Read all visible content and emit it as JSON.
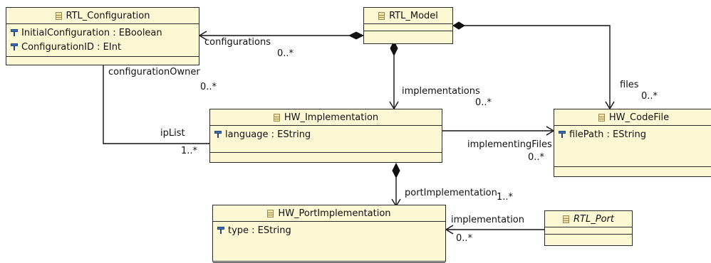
{
  "classes": {
    "rtl_configuration": {
      "name": "RTL_Configuration",
      "attributes": [
        "InitialConfiguration : EBoolean",
        "ConfigurationID : EInt"
      ],
      "icon": "class-icon"
    },
    "rtl_model": {
      "name": "RTL_Model",
      "icon": "class-icon"
    },
    "hw_implementation": {
      "name": "HW_Implementation",
      "attributes": [
        "language : EString"
      ],
      "icon": "class-icon"
    },
    "hw_codefile": {
      "name": "HW_CodeFile",
      "attributes": [
        "filePath : EString"
      ],
      "icon": "class-icon"
    },
    "hw_portimplementation": {
      "name": "HW_PortImplementation",
      "attributes": [
        "type : EString"
      ],
      "icon": "class-icon"
    },
    "rtl_port": {
      "name": "RTL_Port",
      "abstract": true,
      "icon": "class-icon"
    }
  },
  "edges": {
    "configurations": {
      "role": "configurations",
      "multiplicity": "0..*"
    },
    "configurationOwner": {
      "role": "configurationOwner",
      "multiplicity": "0..*"
    },
    "ipList": {
      "role": "ipList",
      "multiplicity": "1..*"
    },
    "implementations": {
      "role": "implementations",
      "multiplicity": "0..*"
    },
    "files": {
      "role": "files",
      "multiplicity": "0..*"
    },
    "implementingFiles": {
      "role": "implementingFiles",
      "multiplicity": "0..*"
    },
    "portImplementation": {
      "role": "portImplementation",
      "multiplicity": "1..*"
    },
    "implementation": {
      "role": "implementation",
      "multiplicity": "0..*"
    }
  },
  "colors": {
    "class_fill": "#fbf8d3",
    "border": "#2b2b2b",
    "line": "#111111"
  }
}
